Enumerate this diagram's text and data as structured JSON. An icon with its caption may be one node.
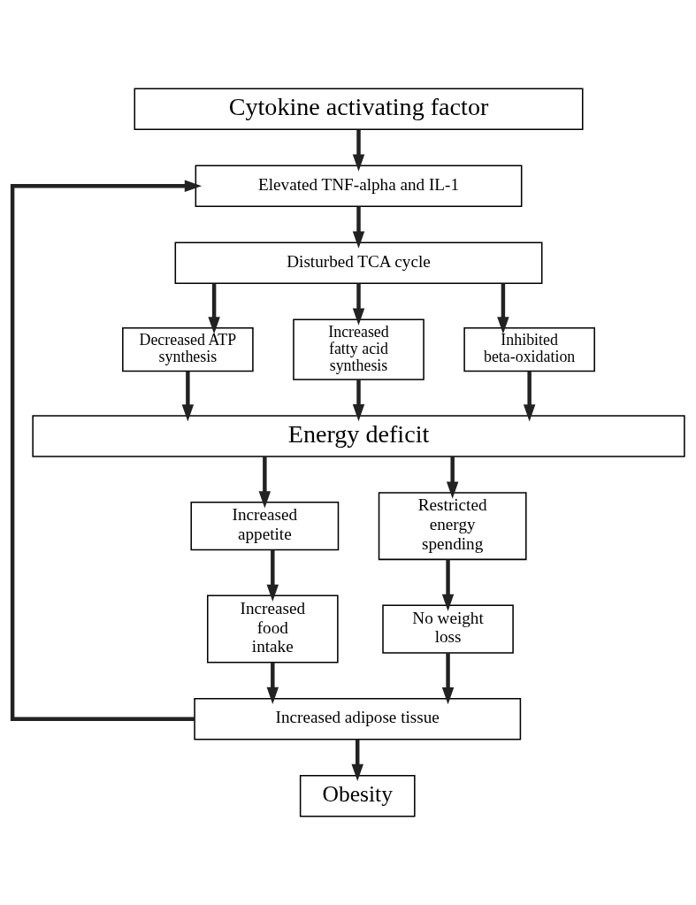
{
  "diagram": {
    "nodes": [
      {
        "text": [
          "Cytokine activating factor"
        ]
      },
      {
        "text": [
          "Elevated TNF-alpha and IL-1"
        ]
      },
      {
        "text": [
          "Disturbed TCA cycle"
        ]
      },
      {
        "text": [
          "Decreased ATP synthesis"
        ]
      },
      {
        "text": [
          "Increased fatty acid synthesis"
        ]
      },
      {
        "text": [
          "Inhibited beta-oxidation"
        ]
      },
      {
        "text": [
          "Energy deficit"
        ]
      },
      {
        "text": [
          "Increased appetite"
        ]
      },
      {
        "text": [
          "Restricted energy spending"
        ]
      },
      {
        "text": [
          "Increased food intake"
        ]
      },
      {
        "text": [
          "No weight loss"
        ]
      },
      {
        "text": [
          "Increased adipose tissue"
        ]
      },
      {
        "text": [
          "Obesity"
        ]
      }
    ],
    "edges": [
      {
        "from": 0,
        "to": 1,
        "arrow": "to"
      },
      {
        "from": 1,
        "to": 2,
        "arrow": "to"
      },
      {
        "from": 2,
        "to": 3,
        "arrow": "to"
      },
      {
        "from": 2,
        "to": 4,
        "arrow": "to"
      },
      {
        "from": 2,
        "to": 5,
        "arrow": "to"
      },
      {
        "from": 3,
        "to": 6,
        "arrow": "to"
      },
      {
        "from": 4,
        "to": 6,
        "arrow": "to"
      },
      {
        "from": 5,
        "to": 6,
        "arrow": "to"
      },
      {
        "from": 6,
        "to": 7,
        "arrow": "to"
      },
      {
        "from": 6,
        "to": 8,
        "arrow": "to"
      },
      {
        "from": 7,
        "to": 9,
        "arrow": "to"
      },
      {
        "from": 8,
        "to": 10,
        "arrow": "to"
      },
      {
        "from": 9,
        "to": 11,
        "arrow": "to"
      },
      {
        "from": 10,
        "to": 11,
        "arrow": "to"
      },
      {
        "from": 11,
        "to": 12,
        "arrow": "to"
      },
      {
        "from": 11,
        "to": 1,
        "arrow": "to"
      }
    ]
  }
}
